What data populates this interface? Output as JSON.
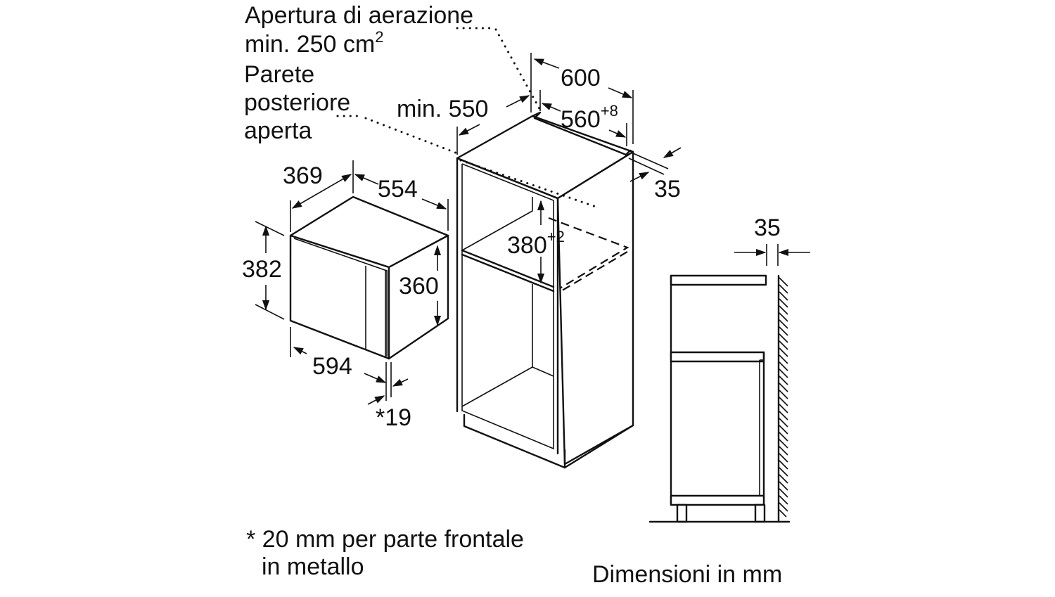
{
  "labels": {
    "ventilation_line1": "Apertura di aerazione",
    "ventilation_line2": "min. 250 cm",
    "ventilation_sup": "2",
    "rear_wall_line1": "Parete",
    "rear_wall_line2": "posteriore",
    "rear_wall_line3": "aperta",
    "min_550": "min. 550",
    "dim_600": "600",
    "dim_560": "560",
    "dim_560_tol": "+8",
    "dim_35_top": "35",
    "dim_369": "369",
    "dim_554": "554",
    "dim_382": "382",
    "dim_360": "360",
    "dim_594": "594",
    "dim_19": "*19",
    "dim_380": "380",
    "dim_380_tol": "+2",
    "dim_35_side": "35",
    "footnote_line1": "* 20 mm per parte frontale",
    "footnote_line2": "in metallo",
    "units_note": "Dimensioni in mm"
  },
  "colors": {
    "line": "#111111",
    "background": "#ffffff"
  }
}
